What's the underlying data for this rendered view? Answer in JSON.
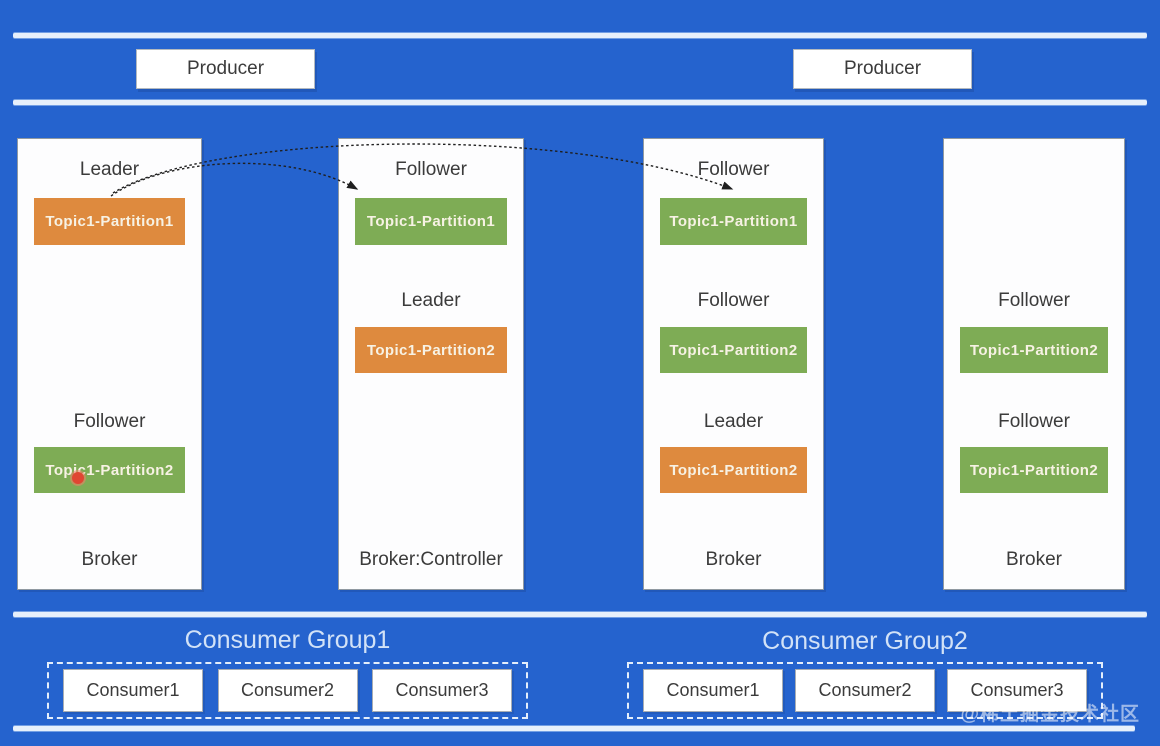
{
  "colors": {
    "bg": "#2563CE",
    "separator": "#E7F0FB",
    "panel": "#FDFDFE",
    "panel-border": "#9099A1",
    "orange": "#DE8A3E",
    "green": "#7EAC55",
    "partition-text": "#F7F2E4",
    "text-dark": "#3B3B3B",
    "group-title": "#D2E2F7",
    "arrow": "#1F1F1F",
    "cursor-red": "#E04632"
  },
  "producers": [
    {
      "label": "Producer"
    },
    {
      "label": "Producer"
    }
  ],
  "brokers": [
    {
      "footer": "Broker",
      "slots": [
        {
          "role": "Leader",
          "partition": "Topic1-Partition1",
          "type": "leader"
        },
        {
          "role": "Follower",
          "partition": "Topic1-Partition2",
          "type": "follower"
        }
      ]
    },
    {
      "footer": "Broker:Controller",
      "slots": [
        {
          "role": "Follower",
          "partition": "Topic1-Partition1",
          "type": "follower"
        },
        {
          "role": "Leader",
          "partition": "Topic1-Partition2",
          "type": "leader"
        }
      ]
    },
    {
      "footer": "Broker",
      "slots": [
        {
          "role": "Follower",
          "partition": "Topic1-Partition1",
          "type": "follower"
        },
        {
          "role": "Follower",
          "partition": "Topic1-Partition2",
          "type": "follower"
        },
        {
          "role": "Leader",
          "partition": "Topic1-Partition2",
          "type": "leader"
        }
      ]
    },
    {
      "footer": "Broker",
      "slots": [
        {
          "role": "Follower",
          "partition": "Topic1-Partition2",
          "type": "follower"
        },
        {
          "role": "Follower",
          "partition": "Topic1-Partition2",
          "type": "follower"
        }
      ]
    }
  ],
  "consumer_groups": [
    {
      "title": "Consumer Group1",
      "consumers": [
        "Consumer1",
        "Consumer2",
        "Consumer3"
      ]
    },
    {
      "title": "Consumer Group2",
      "consumers": [
        "Consumer1",
        "Consumer2",
        "Consumer3"
      ]
    }
  ],
  "watermark": "@稀土掘金技术社区"
}
